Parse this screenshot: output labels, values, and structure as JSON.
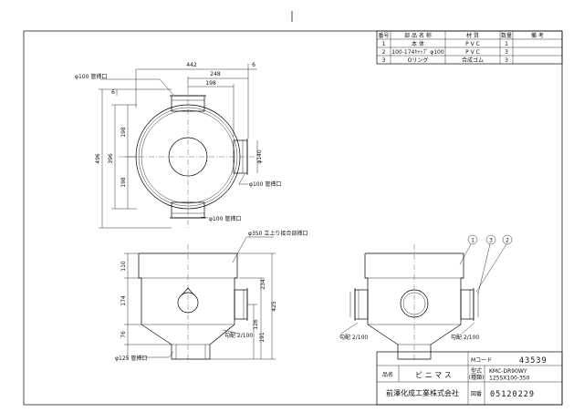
{
  "parts_table": {
    "headers": [
      "番号",
      "部 品 名 称",
      "材 質",
      "数量",
      "備 考"
    ],
    "rows": [
      {
        "no": "1",
        "name": "本 体",
        "material": "P V C",
        "qty": "1",
        "note": ""
      },
      {
        "no": "2",
        "name": "100-174ｷｬｯﾌﾟ φ100",
        "material": "P V C",
        "qty": "3",
        "note": ""
      },
      {
        "no": "3",
        "name": "Oリング",
        "material": "合成ゴム",
        "qty": "3",
        "note": ""
      }
    ]
  },
  "top_view": {
    "dim_442": "442",
    "dim_248": "248",
    "dim_198_h": "198",
    "dim_6_top": "6",
    "dim_6_left": "6",
    "dim_496": "496",
    "dim_396": "396",
    "dim_198_upper": "198",
    "dim_198_lower": "198",
    "dim_140": "φ140",
    "label_top_pipe": "φ100 管挿口",
    "label_right_pipe": "φ100 管挿口",
    "label_bottom_pipe": "φ100 管挿口"
  },
  "front_view": {
    "label_riser": "φ350 立上り接合部挿口",
    "dim_110": "110",
    "dim_174": "174",
    "dim_76": "76",
    "dim_234": "234",
    "dim_425": "425",
    "dim_126": "126",
    "dim_191": "191",
    "slope": "勾配 2/100",
    "label_outlet": "φ125 管挿口"
  },
  "side_view": {
    "balloons": [
      "1",
      "3",
      "2"
    ],
    "slope_left": "勾配 2/100",
    "slope_right": "勾配 2/100"
  },
  "title_block": {
    "mcode_label": "Mコード",
    "mcode_value": "43539",
    "name_label": "品名",
    "name_value": "ビ ニ マ ス",
    "model_label_1": "型式",
    "model_label_2": "(種類)",
    "model_value_1": "KMC-DR90WY",
    "model_value_2": "125SX100-350",
    "company": "前澤化成工業株式会社",
    "drawing_no_label": "図番",
    "drawing_no_value": "05120229"
  }
}
